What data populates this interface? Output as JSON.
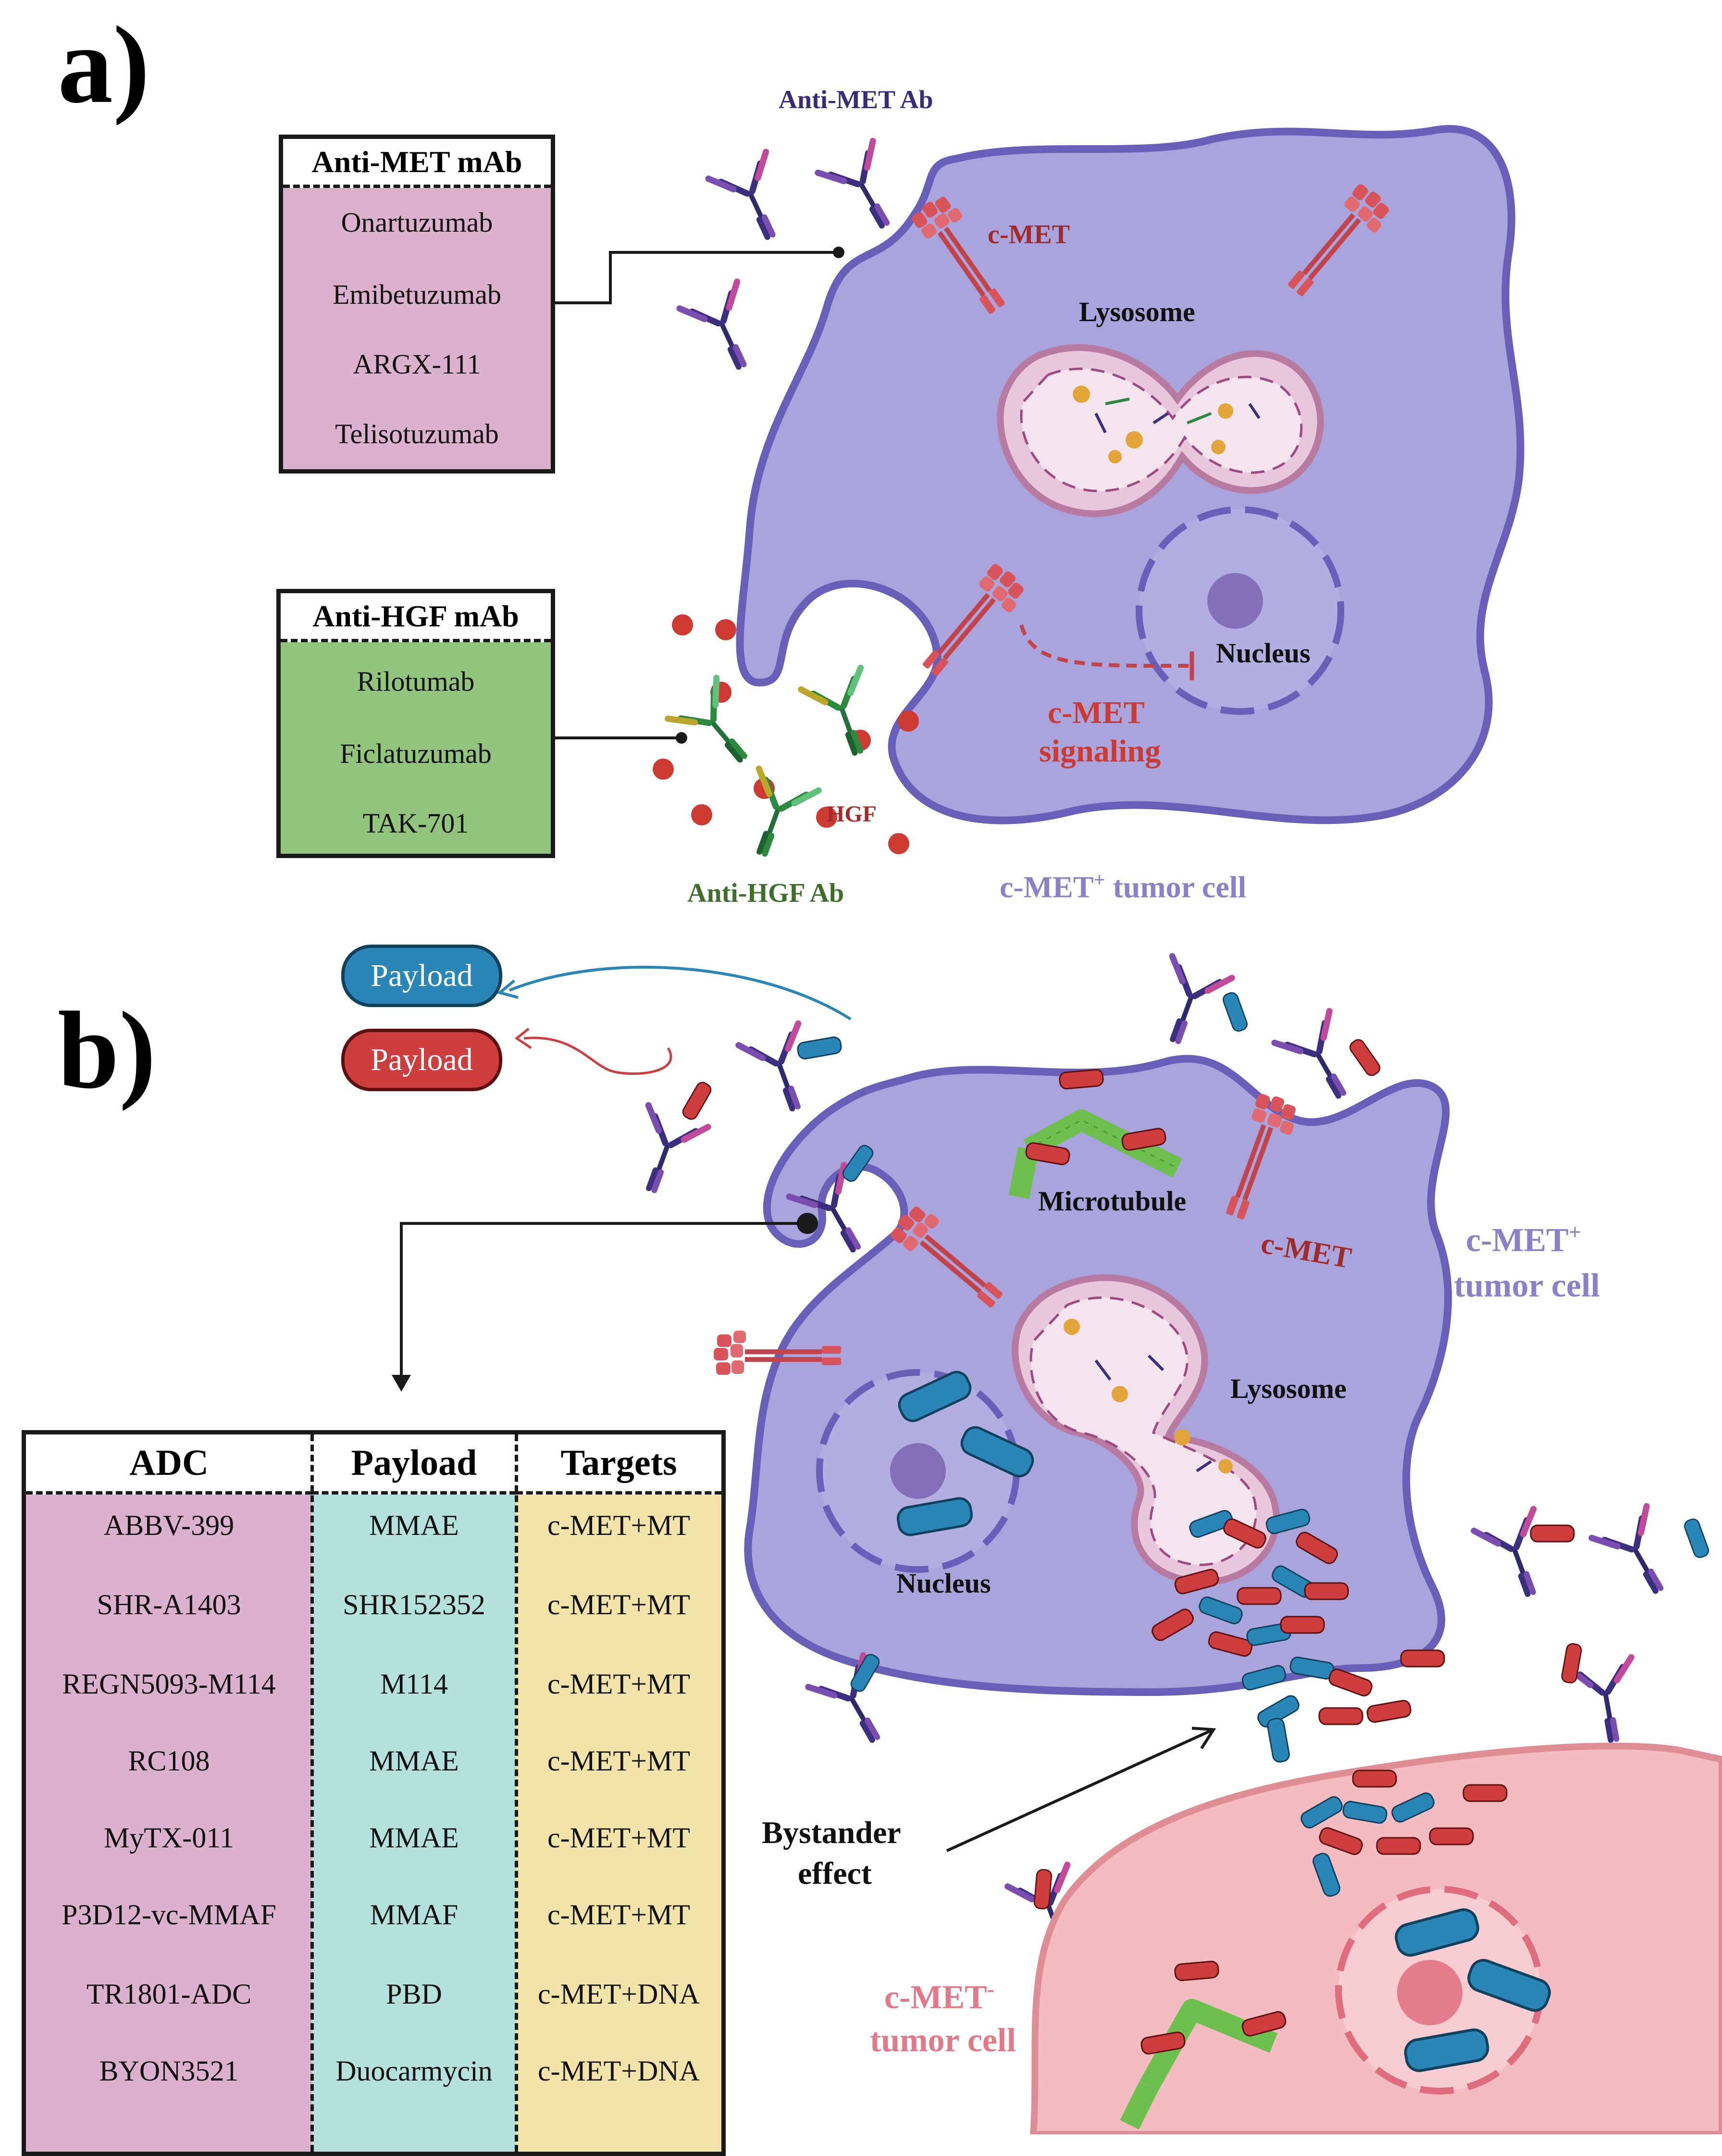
{
  "panel_a": {
    "label": "a)",
    "anti_met_ab_label": "Anti-MET Ab",
    "cmet_label": "c-MET",
    "lysosome_label": "Lysosome",
    "nucleus_label": "Nucleus",
    "signaling_line1": "c-MET",
    "signaling_line2": "signaling",
    "hgf_label": "HGF",
    "anti_hgf_ab_label": "Anti-HGF Ab",
    "tumor_cell_label": "c-MET",
    "tumor_cell_sup": "+",
    "tumor_cell_suffix": " tumor cell",
    "met_box": {
      "title": "Anti-MET mAb",
      "items": [
        "Onartuzumab",
        "Emibetuzumab",
        "ARGX-111",
        "Telisotuzumab"
      ]
    },
    "hgf_box": {
      "title": "Anti-HGF mAb",
      "items": [
        "Rilotumab",
        "Ficlatuzumab",
        "TAK-701"
      ]
    }
  },
  "panel_b": {
    "label": "b)",
    "payload_label": "Payload",
    "payload_small": "Payload",
    "microtubule_label": "Microtubule",
    "cmet_label": "c-MET",
    "tumor_pos_line1": "c-MET",
    "tumor_pos_sup": "+",
    "tumor_pos_line2": "tumor cell",
    "lysosome_label": "Lysosome",
    "nucleus_label": "Nucleus",
    "bystander_line1": "Bystander",
    "bystander_line2": "effect",
    "tumor_neg_line1": "c-MET",
    "tumor_neg_sup": "-",
    "tumor_neg_line2": "tumor cell",
    "table": {
      "headers": [
        "ADC",
        "Payload",
        "Targets"
      ],
      "rows": [
        [
          "ABBV-399",
          "MMAE",
          "c-MET+MT"
        ],
        [
          "SHR-A1403",
          "SHR152352",
          "c-MET+MT"
        ],
        [
          "REGN5093-M114",
          "M114",
          "c-MET+MT"
        ],
        [
          "RC108",
          "MMAE",
          "c-MET+MT"
        ],
        [
          "MyTX-011",
          "MMAE",
          "c-MET+MT"
        ],
        [
          "P3D12-vc-MMAF",
          "MMAF",
          "c-MET+MT"
        ],
        [
          "TR1801-ADC",
          "PBD",
          "c-MET+DNA"
        ],
        [
          "BYON3521",
          "Duocarmycin",
          "c-MET+DNA"
        ]
      ]
    }
  },
  "colors": {
    "cell_purple": "#a9a5dc",
    "cell_border": "#6a5fb8",
    "receptor_red": "#d9545a",
    "hgf_red": "#cc3a32",
    "met_box_fill": "#dbb1cd",
    "hgf_box_fill": "#93c47d",
    "adc_col": "#dbb1cd",
    "payload_col": "#b5e1dc",
    "targets_col": "#f2e3a8",
    "payload_blue": "#2b86b8",
    "payload_red": "#cf3e3e",
    "neg_cell_pink": "#f3bcc0",
    "anti_met_text": "#3a2a7a",
    "anti_hgf_text": "#3d6e2a",
    "cmet_text": "#a12a2a",
    "tumor_text": "#8c80c8",
    "neg_tumor_text": "#e07a8a"
  }
}
